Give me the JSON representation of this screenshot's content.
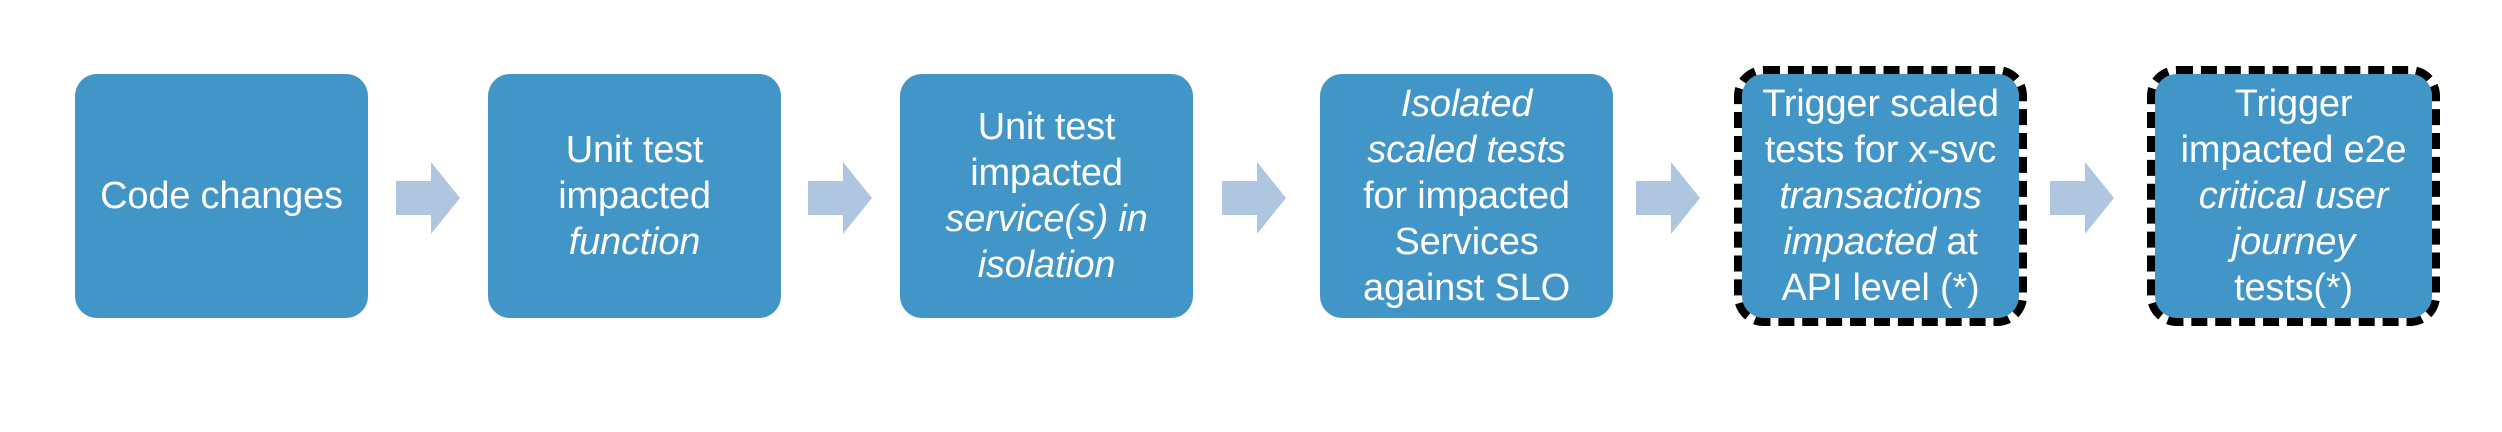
{
  "diagram": {
    "type": "process-flow",
    "orientation": "left-to-right",
    "colors": {
      "node_fill": "#4195c7",
      "node_text": "#ffffff",
      "arrow_fill": "#afc6e0",
      "dashed_border": "#000000",
      "background": "#ffffff"
    },
    "nodes": [
      {
        "id": "node-1",
        "label": "Code changes",
        "runs": [
          {
            "text": "Code changes",
            "style": "regular"
          }
        ],
        "border": "none"
      },
      {
        "id": "node-2",
        "label": "Unit test impacted function",
        "runs": [
          {
            "text": "Unit test\nimpacted\n",
            "style": "regular"
          },
          {
            "text": "function",
            "style": "italic"
          }
        ],
        "border": "none"
      },
      {
        "id": "node-3",
        "label": "Unit test impacted service(s) in isolation",
        "runs": [
          {
            "text": "Unit test\nimpacted\n",
            "style": "regular"
          },
          {
            "text": "service(s) in\nisolation",
            "style": "italic"
          }
        ],
        "border": "none"
      },
      {
        "id": "node-4",
        "label": "Isolated scaled tests for impacted Services against SLO",
        "runs": [
          {
            "text": "Isolated\nscaled tests\n",
            "style": "italic"
          },
          {
            "text": "for impacted\nServices\nagainst SLO",
            "style": "regular"
          }
        ],
        "border": "none"
      },
      {
        "id": "node-5",
        "label": "Trigger scaled tests for x-svc transactions impacted at API level (*)",
        "runs": [
          {
            "text": "Trigger scaled\ntests for x-svc\n",
            "style": "regular"
          },
          {
            "text": "transactions\nimpacted",
            "style": "italic"
          },
          {
            "text": " at\nAPI level (*)",
            "style": "regular"
          }
        ],
        "border": "dashed"
      },
      {
        "id": "node-6",
        "label": "Trigger impacted e2e critical user journey tests(*)",
        "runs": [
          {
            "text": "Trigger\nimpacted e2e\n",
            "style": "regular"
          },
          {
            "text": "critical user\njourney\n",
            "style": "italic"
          },
          {
            "text": "tests(*)",
            "style": "regular"
          }
        ],
        "border": "dashed"
      }
    ],
    "arrows": [
      {
        "id": "arrow-1",
        "icon": "right-block-arrow-icon",
        "from": "node-1",
        "to": "node-2"
      },
      {
        "id": "arrow-2",
        "icon": "right-block-arrow-icon",
        "from": "node-2",
        "to": "node-3"
      },
      {
        "id": "arrow-3",
        "icon": "right-block-arrow-icon",
        "from": "node-3",
        "to": "node-4"
      },
      {
        "id": "arrow-4",
        "icon": "right-block-arrow-icon",
        "from": "node-4",
        "to": "node-5"
      },
      {
        "id": "arrow-5",
        "icon": "right-block-arrow-icon",
        "from": "node-5",
        "to": "node-6"
      }
    ]
  }
}
